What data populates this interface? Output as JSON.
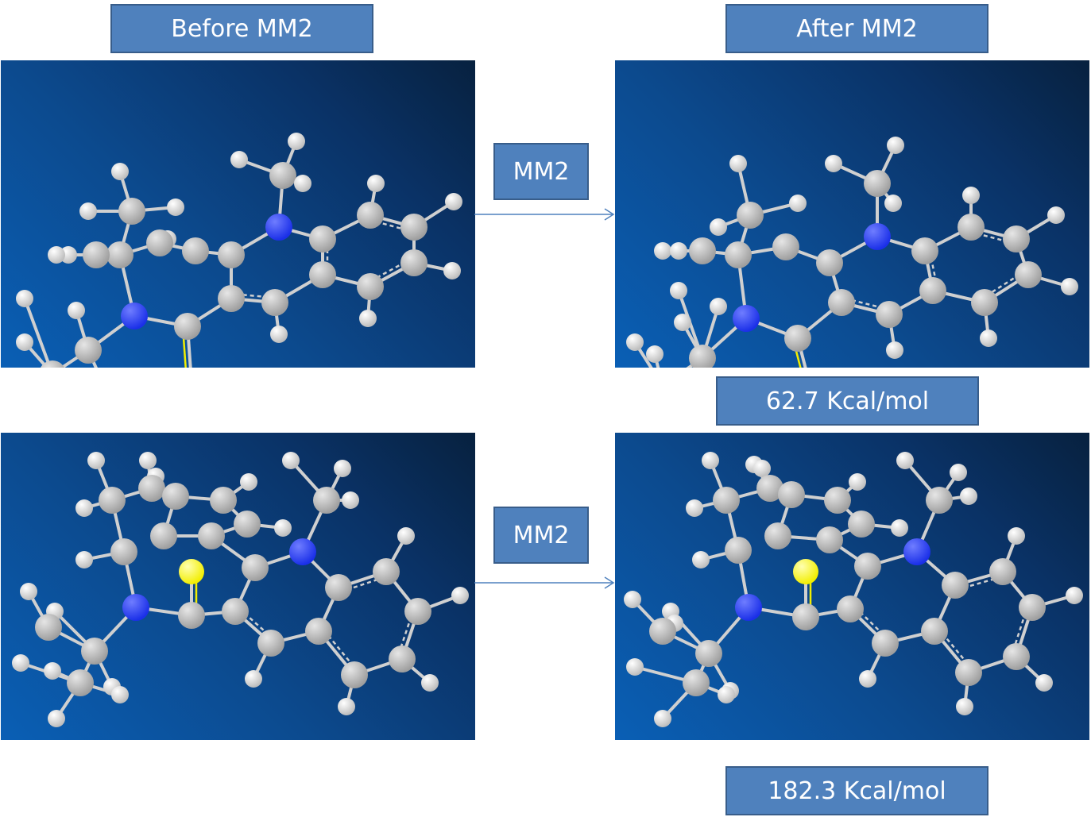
{
  "labels": {
    "before": "Before MM2",
    "after": "After MM2",
    "step_top": "MM2",
    "step_bottom": "MM2",
    "energy_top": "62.7 Kcal/mol",
    "energy_bottom": "182.3 Kcal/mol"
  },
  "colors": {
    "label_fill": "#4f81bd",
    "label_border": "#385d8a",
    "carbon": "#9e9e9e",
    "hydrogen": "#ffffff",
    "nitrogen": "#1a2fe8",
    "sulfur": "#f2ee00",
    "arrow": "#4f81bd"
  },
  "atom_legend": [
    "carbon-atom",
    "hydrogen-atom",
    "nitrogen-atom",
    "sulfur-atom"
  ]
}
